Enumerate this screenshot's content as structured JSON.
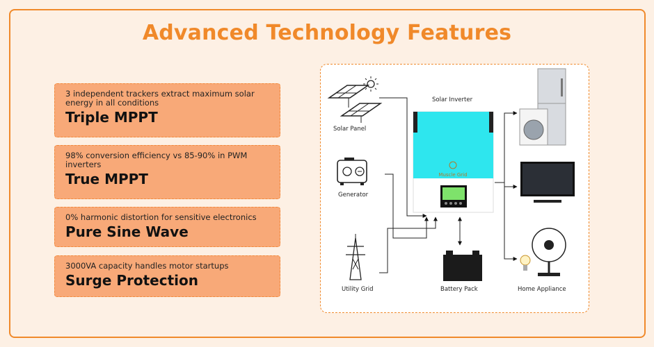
{
  "title": "Advanced Technology Features",
  "features": [
    {
      "desc": "3 independent trackers extract maximum solar energy in all conditions",
      "name": "Triple MPPT"
    },
    {
      "desc": "98% conversion efficiency vs 85-90% in PWM inverters",
      "name": "True MPPT"
    },
    {
      "desc": "0% harmonic distortion for sensitive electronics",
      "name": "Pure Sine Wave"
    },
    {
      "desc": "3000VA capacity handles motor startups",
      "name": "Surge Protection"
    }
  ],
  "diagram": {
    "solar_panel": "Solar Panel",
    "solar_inverter": "Solar Inverter",
    "generator": "Generator",
    "utility_grid": "Utility Grid",
    "battery_pack": "Battery Pack",
    "home_appliance": "Home Appliance",
    "brand": "Muscle Grid"
  },
  "colors": {
    "accent": "#f0892a",
    "card": "#f8a978",
    "inverter_top": "#2ee6ee",
    "background": "#fdf0e4"
  }
}
